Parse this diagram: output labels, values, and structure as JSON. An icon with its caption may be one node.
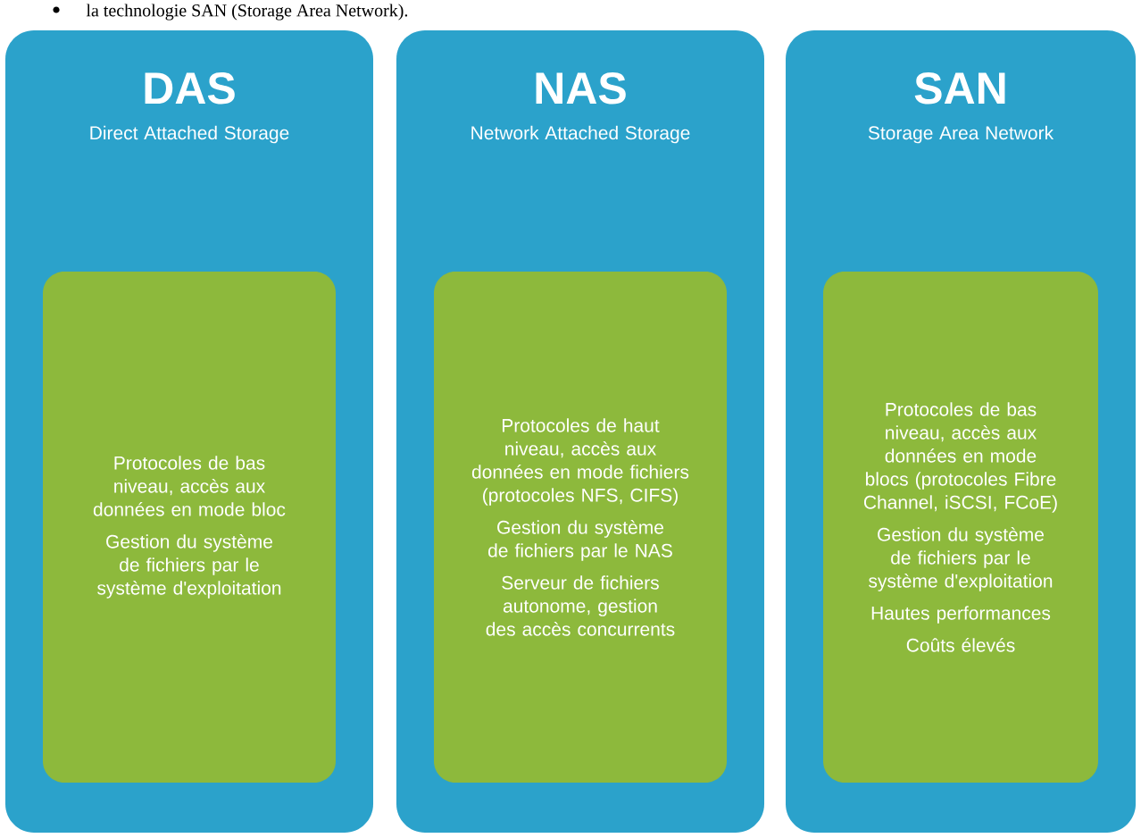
{
  "diagram": {
    "nodes": [
      {
        "text": [
          "DAS",
          "Direct Attached Storage"
        ]
      },
      {
        "text": [
          "Protocoles de bas niveau, accès aux données en mode bloc",
          "Gestion du système de fichiers par le système d'exploitation"
        ],
        "in": 0
      },
      {
        "text": [
          "NAS",
          "Network Attached Storage"
        ]
      },
      {
        "text": [
          "Protocoles de haut niveau, accès aux données en mode fichiers (protocoles NFS, CIFS)",
          "Gestion du système de fichiers par le NAS",
          "Serveur de fichiers autonome, gestion des accès concurrents"
        ],
        "in": 2
      },
      {
        "text": [
          "SAN",
          "Storage Area Network"
        ]
      },
      {
        "text": [
          "Protocoles de bas niveau, accès aux données en mode blocs (protocoles Fibre Channel, iSCSI, FCoE)",
          "Gestion du système de fichiers par le système d'exploitation",
          "Hautes performances",
          "Coûts élevés"
        ],
        "in": 4
      }
    ],
    "labels": [
      "la technologie SAN (Storage Area Network)."
    ]
  }
}
